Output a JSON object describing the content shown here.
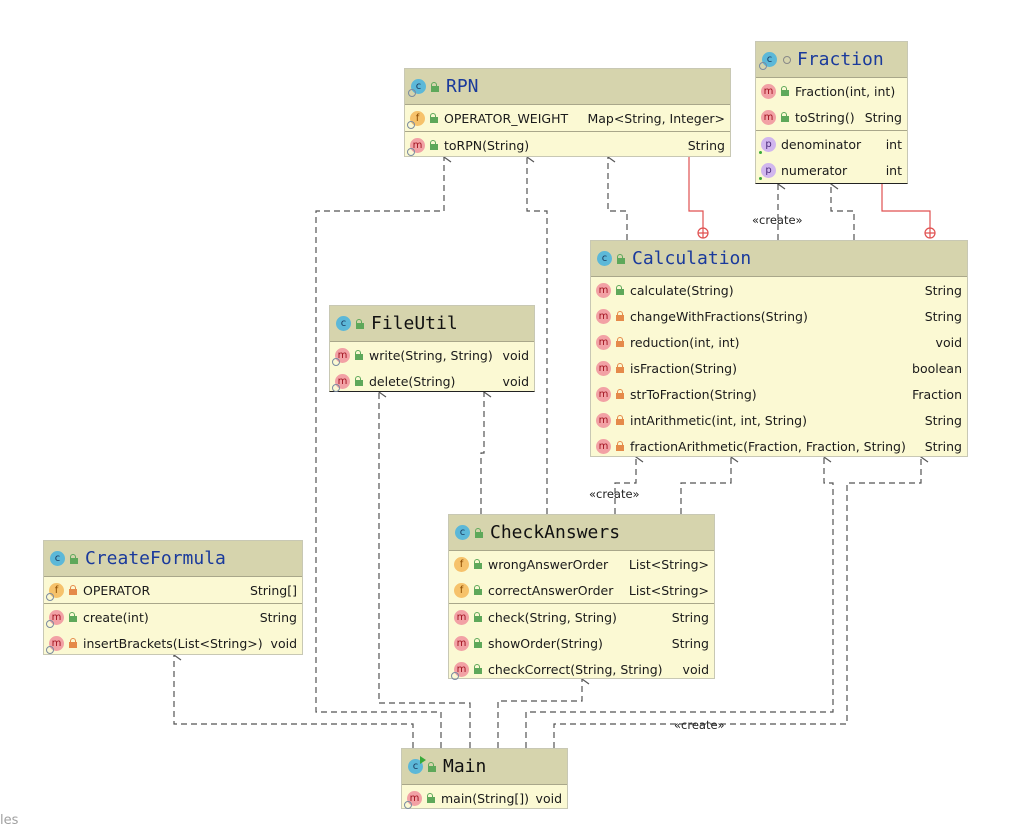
{
  "diagram": {
    "classes": [
      {
        "id": "rpn",
        "name": "RPN",
        "name_color": "blue",
        "visibility": "public",
        "fields": [
          {
            "kind": "f",
            "static": true,
            "visibility": "public",
            "name": "OPERATOR_WEIGHT",
            "type": "Map<String, Integer>"
          }
        ],
        "methods": [
          {
            "kind": "m",
            "static": true,
            "visibility": "public",
            "name": "toRPN(String)",
            "type": "String"
          }
        ]
      },
      {
        "id": "fraction",
        "name": "Fraction",
        "name_color": "blue",
        "visibility": "package",
        "methods": [
          {
            "kind": "m",
            "static": false,
            "visibility": "public",
            "name": "Fraction(int, int)",
            "type": ""
          },
          {
            "kind": "m",
            "static": false,
            "visibility": "public",
            "name": "toString()",
            "type": "String"
          }
        ],
        "properties": [
          {
            "kind": "p",
            "name": "denominator",
            "type": "int"
          },
          {
            "kind": "p",
            "name": "numerator",
            "type": "int"
          }
        ]
      },
      {
        "id": "calculation",
        "name": "Calculation",
        "name_color": "blue",
        "visibility": "public",
        "methods": [
          {
            "kind": "m",
            "visibility": "public",
            "name": "calculate(String)",
            "type": "String"
          },
          {
            "kind": "m",
            "visibility": "private",
            "name": "changeWithFractions(String)",
            "type": "String"
          },
          {
            "kind": "m",
            "visibility": "private",
            "name": "reduction(int, int)",
            "type": "void"
          },
          {
            "kind": "m",
            "visibility": "private",
            "name": "isFraction(String)",
            "type": "boolean"
          },
          {
            "kind": "m",
            "visibility": "private",
            "name": "strToFraction(String)",
            "type": "Fraction"
          },
          {
            "kind": "m",
            "visibility": "private",
            "name": "intArithmetic(int, int, String)",
            "type": "String"
          },
          {
            "kind": "m",
            "visibility": "private",
            "name": "fractionArithmetic(Fraction, Fraction, String)",
            "type": "String"
          }
        ]
      },
      {
        "id": "fileutil",
        "name": "FileUtil",
        "name_color": "black",
        "visibility": "public",
        "methods": [
          {
            "kind": "m",
            "static": true,
            "visibility": "public",
            "name": "write(String, String)",
            "type": "void"
          },
          {
            "kind": "m",
            "static": true,
            "visibility": "public",
            "name": "delete(String)",
            "type": "void"
          }
        ]
      },
      {
        "id": "checkanswers",
        "name": "CheckAnswers",
        "name_color": "black",
        "visibility": "public",
        "fields": [
          {
            "kind": "f",
            "visibility": "public",
            "name": "wrongAnswerOrder",
            "type": "List<String>"
          },
          {
            "kind": "f",
            "visibility": "public",
            "name": "correctAnswerOrder",
            "type": "List<String>"
          }
        ],
        "methods": [
          {
            "kind": "m",
            "visibility": "public",
            "name": "check(String, String)",
            "type": "String"
          },
          {
            "kind": "m",
            "visibility": "public",
            "name": "showOrder(String)",
            "type": "String"
          },
          {
            "kind": "m",
            "static": true,
            "visibility": "public",
            "name": "checkCorrect(String, String)",
            "type": "void"
          }
        ]
      },
      {
        "id": "createformula",
        "name": "CreateFormula",
        "name_color": "blue",
        "visibility": "public",
        "fields": [
          {
            "kind": "f",
            "static": true,
            "visibility": "private",
            "name": "OPERATOR",
            "type": "String[]"
          }
        ],
        "methods": [
          {
            "kind": "m",
            "static": true,
            "visibility": "public",
            "name": "create(int)",
            "type": "String"
          },
          {
            "kind": "m",
            "static": true,
            "visibility": "private",
            "name": "insertBrackets(List<String>)",
            "type": "void"
          }
        ]
      },
      {
        "id": "main",
        "name": "Main",
        "name_color": "black",
        "visibility": "public",
        "runnable": true,
        "methods": [
          {
            "kind": "m",
            "static": true,
            "visibility": "public",
            "name": "main(String[])",
            "type": "void"
          }
        ]
      }
    ],
    "edge_labels": {
      "create_fraction": "«create»",
      "create_calc_checkanswers": "«create»",
      "create_main": "«create»"
    },
    "footer_text": "les",
    "colors": {
      "header_bg": "#d6d4ad",
      "body_bg": "#fbf9d3",
      "class_name_blue": "#1a3a9c",
      "dependency_line": "#555555",
      "inner_class_line": "#e05050"
    }
  }
}
